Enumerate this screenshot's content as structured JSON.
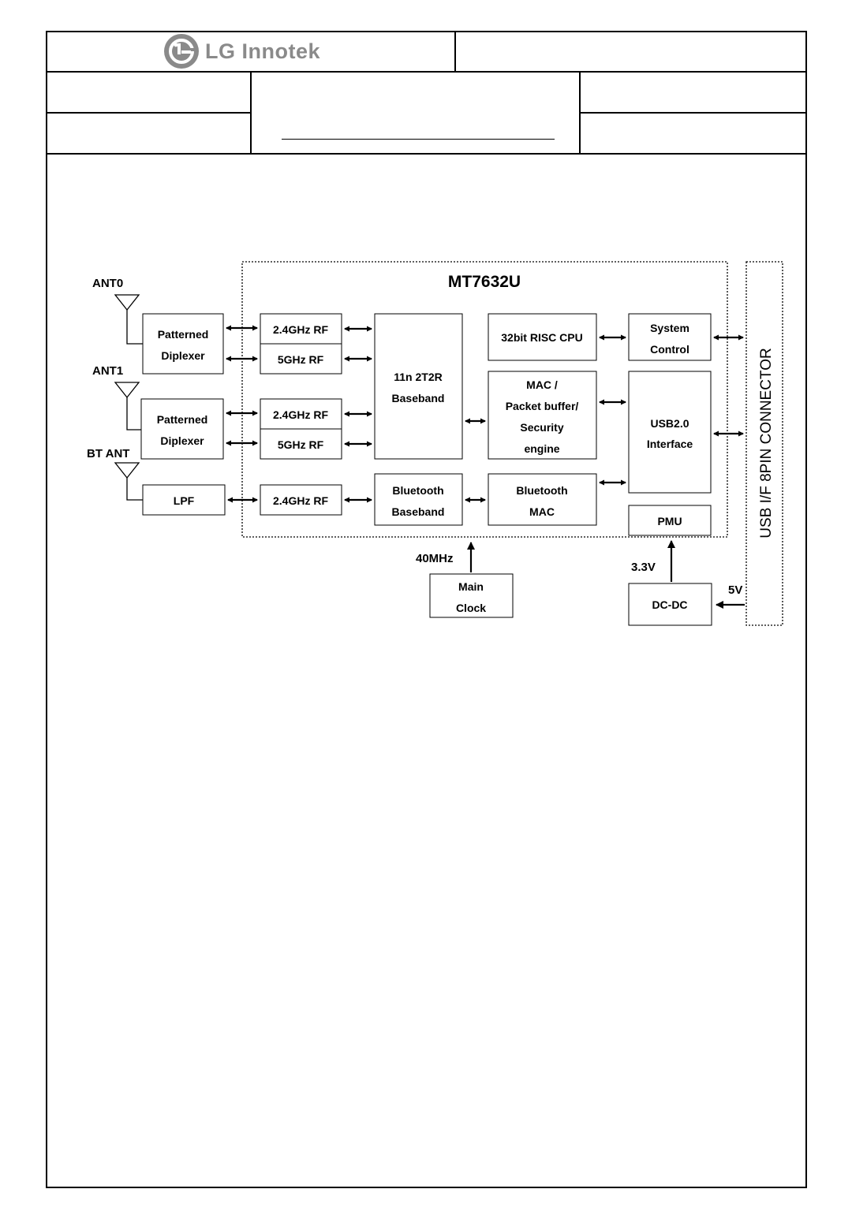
{
  "header": {
    "company": "LG Innotek"
  },
  "diagram": {
    "chip_title": "MT7632U",
    "antennas": [
      "ANT0",
      "ANT1",
      "BT ANT"
    ],
    "blocks": {
      "diplexer0": [
        "Patterned",
        "Diplexer"
      ],
      "diplexer1": [
        "Patterned",
        "Diplexer"
      ],
      "lpf": [
        "LPF"
      ],
      "rf24_0": [
        "2.4GHz RF"
      ],
      "rf5_0": [
        "5GHz RF"
      ],
      "rf24_1": [
        "2.4GHz RF"
      ],
      "rf5_1": [
        "5GHz RF"
      ],
      "rf24_bt": [
        "2.4GHz RF"
      ],
      "baseband": [
        "11n 2T2R",
        "Baseband"
      ],
      "bt_baseband": [
        "Bluetooth",
        "Baseband"
      ],
      "cpu": [
        "32bit RISC CPU"
      ],
      "mac": [
        "MAC /",
        "Packet buffer/",
        "Security",
        "engine"
      ],
      "bt_mac": [
        "Bluetooth",
        "MAC"
      ],
      "system_control": [
        "System",
        "Control"
      ],
      "usb_interface": [
        "USB2.0",
        "Interface"
      ],
      "pmu": [
        "PMU"
      ],
      "main_clock": [
        "Main",
        "Clock"
      ],
      "dcdc": [
        "DC-DC"
      ]
    },
    "signals": {
      "clock_freq": "40MHz",
      "pmu_voltage": "3.3V",
      "input_voltage": "5V"
    },
    "connector_label": "USB I/F 8PIN CONNECTOR"
  }
}
